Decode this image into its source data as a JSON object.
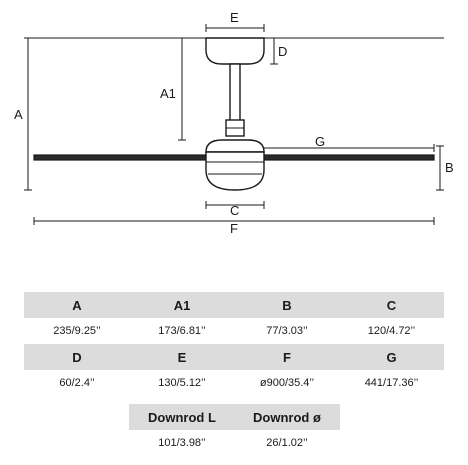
{
  "diagram": {
    "labels": {
      "E": "E",
      "D": "D",
      "A1": "A1",
      "A": "A",
      "G": "G",
      "B": "B",
      "C": "C",
      "F": "F"
    }
  },
  "dimensions_table": {
    "rows": [
      {
        "cells": [
          {
            "header": "A",
            "value": "235/9.25’’"
          },
          {
            "header": "A1",
            "value": "173/6.81’’"
          },
          {
            "header": "B",
            "value": "77/3.03’’"
          },
          {
            "header": "C",
            "value": "120/4.72’’"
          }
        ]
      },
      {
        "cells": [
          {
            "header": "D",
            "value": "60/2.4’’"
          },
          {
            "header": "E",
            "value": "130/5.12’’"
          },
          {
            "header": "F",
            "value": "ø900/35.4’’"
          },
          {
            "header": "G",
            "value": "441/17.36’’"
          }
        ]
      },
      {
        "cells": [
          {
            "header": "Downrod L",
            "value": "101/3.98’’"
          },
          {
            "header": "Downrod ø",
            "value": "26/1.02’’"
          }
        ]
      }
    ]
  }
}
